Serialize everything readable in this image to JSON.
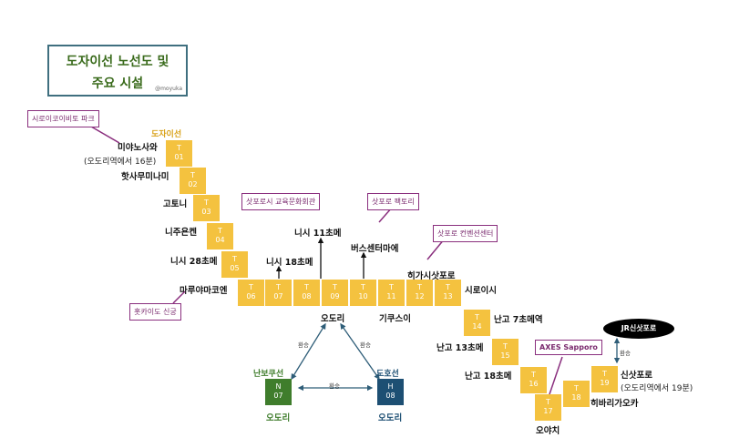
{
  "title": {
    "line1": "도자이선 노선도 및",
    "line2": "주요 시설",
    "credit": "@moyuka"
  },
  "lines": {
    "tozai": "도자이선",
    "namboku": "난보쿠선",
    "toho": "도호선"
  },
  "tozai_stations": [
    {
      "code": "T",
      "num": "01",
      "name": "미야노사와"
    },
    {
      "code": "T",
      "num": "02",
      "name": "핫사무미나미"
    },
    {
      "code": "T",
      "num": "03",
      "name": "고토니"
    },
    {
      "code": "T",
      "num": "04",
      "name": "니주욘켄"
    },
    {
      "code": "T",
      "num": "05",
      "name": "니시 28초메"
    },
    {
      "code": "T",
      "num": "06",
      "name": "마루야마코엔"
    },
    {
      "code": "T",
      "num": "07",
      "name": "니시 18초메"
    },
    {
      "code": "T",
      "num": "08",
      "name": "니시 11초메"
    },
    {
      "code": "T",
      "num": "09",
      "name": "오도리"
    },
    {
      "code": "T",
      "num": "10",
      "name": "버스센터마에"
    },
    {
      "code": "T",
      "num": "11",
      "name": "기쿠스이"
    },
    {
      "code": "T",
      "num": "12",
      "name": "히가시삿포로"
    },
    {
      "code": "T",
      "num": "13",
      "name": "시로이시"
    },
    {
      "code": "T",
      "num": "14",
      "name": "난고 7초메역"
    },
    {
      "code": "T",
      "num": "15",
      "name": "난고 13초메"
    },
    {
      "code": "T",
      "num": "16",
      "name": "난고 18초메"
    },
    {
      "code": "T",
      "num": "17",
      "name": "오야치"
    },
    {
      "code": "T",
      "num": "18",
      "name": "히바리가오카"
    },
    {
      "code": "T",
      "num": "19",
      "name": "신삿포로"
    }
  ],
  "notes": {
    "t01": "(오도리역에서 16분)",
    "t19": "(오도리역에서 19분)"
  },
  "transfer": {
    "namboku": {
      "code": "N",
      "num": "07",
      "name": "오도리"
    },
    "toho": {
      "code": "H",
      "num": "08",
      "name": "오도리"
    },
    "label": "환승"
  },
  "facilities": {
    "shiroi": "시로이코이비토 파크",
    "hokkaido": "홋카이도 신궁",
    "culture": "삿포로시 교육문화회관",
    "factory": "삿포로 팩토리",
    "convention": "삿포로 컨벤션센터",
    "axes": "AXES Sapporo",
    "jr": "JR신삿포로"
  },
  "colors": {
    "tozai": "#f4c23f",
    "namboku": "#3f7d2c",
    "toho": "#1d4f73",
    "facility": "#8a2f7e"
  }
}
